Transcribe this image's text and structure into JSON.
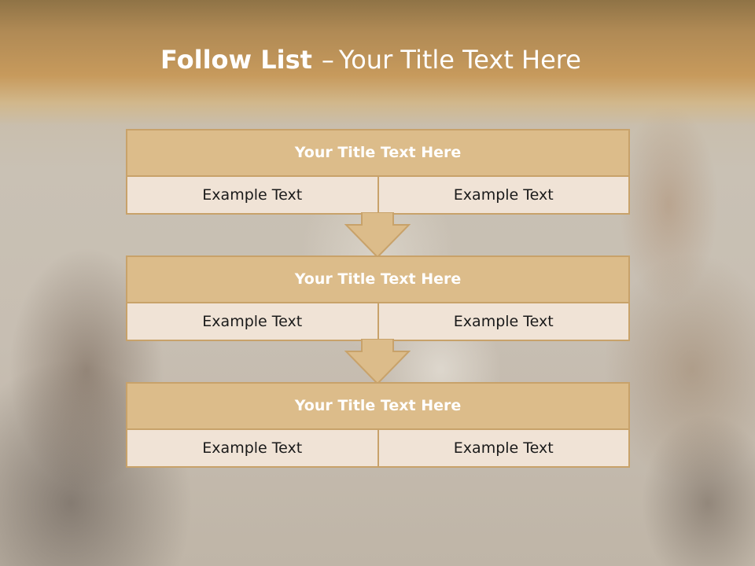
{
  "slide": {
    "title_bold": "Follow List",
    "title_dash": "–",
    "title_rest": "Your Title Text Here"
  },
  "blocks": [
    {
      "title": "Your Title Text Here",
      "left_text": "Example Text",
      "right_text": "Example Text"
    },
    {
      "title": "Your Title Text Here",
      "left_text": "Example Text",
      "right_text": "Example Text"
    },
    {
      "title": "Your Title Text Here",
      "left_text": "Example Text",
      "right_text": "Example Text"
    }
  ],
  "colors": {
    "header_gold": "#c79a5c",
    "block_title_fill": "#dcbc8a",
    "block_border": "#c8a26a",
    "cell_fill": "#f0e3d6",
    "arrow_fill": "#dcbc8a"
  },
  "icons": [
    "down-arrow-icon"
  ]
}
